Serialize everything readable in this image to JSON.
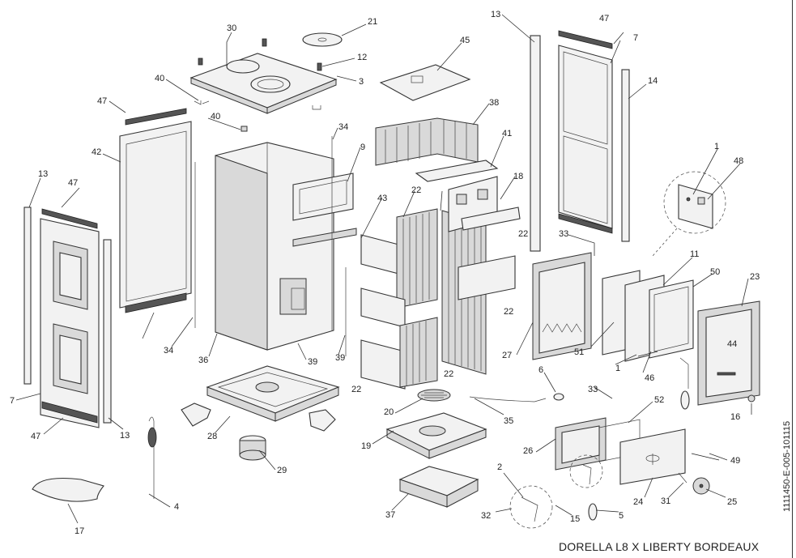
{
  "diagram": {
    "title": "DORELLA L8 X LIBERTY BORDEAUX",
    "code": "1111450-E-005-101115",
    "labels": [
      "30",
      "21",
      "12",
      "3",
      "40",
      "40",
      "47",
      "42",
      "45",
      "38",
      "41",
      "34",
      "9",
      "36",
      "43",
      "22",
      "22",
      "22",
      "22",
      "22",
      "18",
      "33",
      "13",
      "47",
      "7",
      "14",
      "1",
      "48",
      "11",
      "50",
      "23",
      "51",
      "27",
      "1",
      "46",
      "44",
      "16",
      "13",
      "47",
      "7",
      "47",
      "13",
      "34",
      "39",
      "39",
      "28",
      "29",
      "4",
      "17",
      "20",
      "35",
      "6",
      "33",
      "19",
      "26",
      "52",
      "49",
      "24",
      "31",
      "25",
      "2",
      "32",
      "15",
      "5",
      "37"
    ]
  }
}
